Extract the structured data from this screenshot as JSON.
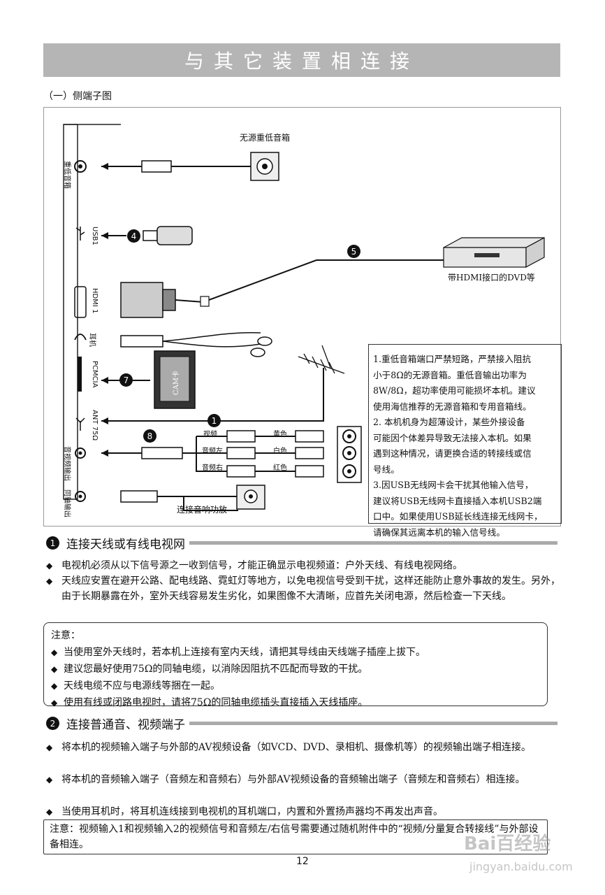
{
  "header": {
    "title": "与其它装置相连接"
  },
  "diagram": {
    "subtitle": "（一）侧端子图",
    "labels": {
      "subwoofer": "无源重低音箱",
      "dvd": "带HDMI接口的DVD等",
      "amp": "连接音响功放",
      "cam": "CAM卡",
      "video": "视频",
      "audio_l": "音频左",
      "audio_r": "音频右",
      "yellow": "黄色",
      "white": "白色",
      "red": "红色"
    },
    "ports": {
      "subwoofer": "重低音箱",
      "usb": "USB1",
      "hdmi": "HDMI 1",
      "ear": "耳机",
      "pcmcia": "PCMCIA",
      "ant": "ANT 75Ω",
      "av_out": "音视频输出",
      "coax": "同轴输出"
    },
    "markers": {
      "m1": "1",
      "m4": "4",
      "m5": "5",
      "m7": "7",
      "m8": "8"
    },
    "notes": [
      "1.重低音箱端口严禁短路，严禁接入阻抗",
      "小于8Ω的无源音箱。重低音输出功率为",
      "8W/8Ω，超功率使用可能损坏本机。建议",
      "使用海信推荐的无源音箱和专用音箱线。",
      "2. 本机机身为超薄设计，某些外接设备",
      "可能因个体差异导致无法接入本机。如果",
      "遇到这种情况，请更换合适的转接线或信",
      "号线。",
      "3.因USB无线网卡会干扰其他输入信号，",
      "建议将USB无线网卡直接插入本机USB2端",
      "口中。如果使用USB延长线连接无线网卡，",
      "请确保其远离本机的输入信号线。"
    ]
  },
  "section1": {
    "num": "1",
    "title": "连接天线或有线电视网",
    "bullets": [
      "电视机必须从以下信号源之一收到信号，才能正确显示电视频道：户外天线、有线电视网络。",
      "天线应安置在避开公路、配电线路、霓虹灯等地方，以免电视信号受到干扰，这样还能防止意外事故的发生。另外，由于长期暴露在外，室外天线容易发生劣化，如果图像不大清晰，应首先关闭电源，然后检查一下天线。"
    ],
    "note_title": "注意：",
    "notes": [
      "当使用室外天线时，若本机上连接有室内天线，请把其导线由天线端子插座上拔下。",
      "建议您最好使用75Ω的同轴电缆，以消除因阻抗不匹配而导致的干扰。",
      "天线电缆不应与电源线等捆在一起。",
      "使用有线或闭路电视时，请将75Ω的同轴电缆插头直接插入天线插座。"
    ]
  },
  "section2": {
    "num": "2",
    "title": "连接普通音、视频端子",
    "bullets": [
      "将本机的视频输入端子与外部的AV视频设备（如VCD、DVD、录相机、摄像机等）的视频输出端子相连接。",
      "将本机的音频输入端子（音频左和音频右）与外部AV视频设备的音频输出端子（音频左和音频右）相连接。",
      "当使用耳机时，将耳机连线接到电视机的耳机端口，内置和外置扬声器均不再发出声音。"
    ],
    "note": "注意：视频输入1和视频输入2的视频信号和音频左/右信号需要通过随机附件中的“视频/分量复合转接线”与外部设备相连。"
  },
  "footer": {
    "page": "12",
    "watermark_top": "Bai百经验",
    "watermark_bottom": "jingyan.baidu.com"
  }
}
